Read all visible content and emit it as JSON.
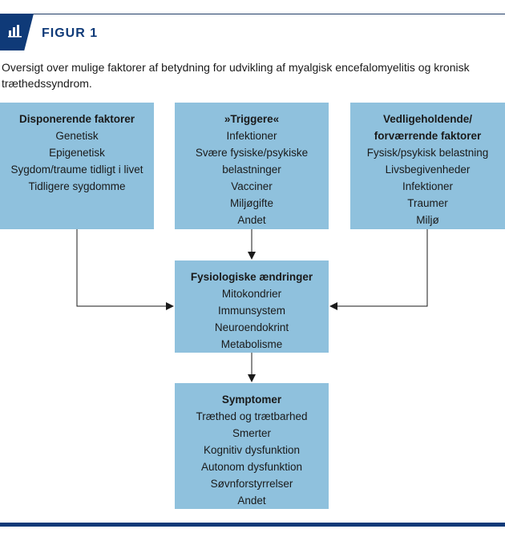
{
  "header": {
    "figure_label": "FIGUR 1",
    "icon": "bar-chart-icon",
    "accent_color": "#0f3a78",
    "box_color": "#8fc1dd"
  },
  "caption": "Oversigt over mulige faktorer af betydning for udvikling af myalgisk encefalomyelitis og kronisk træthedssyndrom.",
  "boxes": {
    "disponerende": {
      "title": "Disponerende faktorer",
      "items": [
        "Genetisk",
        "Epigenetisk",
        "Sygdom/traume tidligt i livet",
        "Tidligere sygdomme"
      ]
    },
    "triggere": {
      "title": "»Triggere«",
      "items": [
        "Infektioner",
        "Svære fysiske/psykiske",
        "belastninger",
        "Vacciner",
        "Miljøgifte",
        "Andet"
      ]
    },
    "vedligeholdende": {
      "title_line1": "Vedligeholdende/",
      "title_line2": "forværrende faktorer",
      "items": [
        "Fysisk/psykisk belastning",
        "Livsbegivenheder",
        "Infektioner",
        "Traumer",
        "Miljø"
      ]
    },
    "fysiologiske": {
      "title": "Fysiologiske ændringer",
      "items": [
        "Mitokondrier",
        "Immunsystem",
        "Neuroendokrint",
        "Metabolisme"
      ]
    },
    "symptomer": {
      "title": "Symptomer",
      "items": [
        "Træthed og trætbarhed",
        "Smerter",
        "Kognitiv dysfunktion",
        "Autonom dysfunktion",
        "Søvnforstyrrelser",
        "Andet"
      ]
    }
  }
}
